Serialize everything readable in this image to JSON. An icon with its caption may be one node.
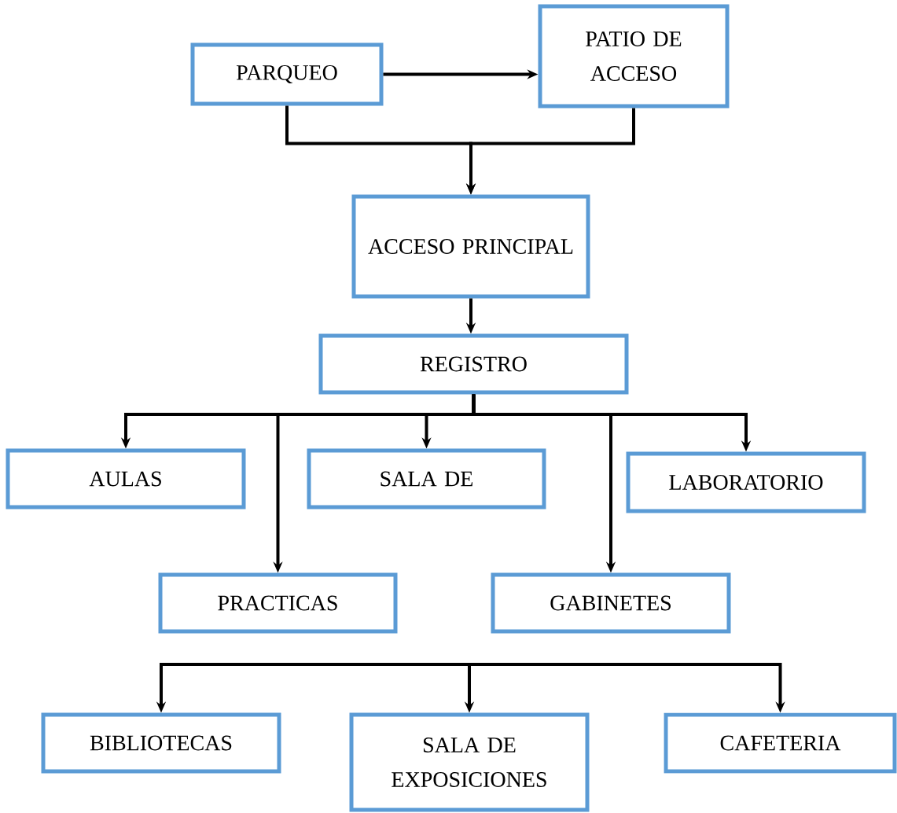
{
  "diagram": {
    "nodes": [
      {
        "text": [
          "PARQUEO"
        ]
      },
      {
        "text": [
          "PATIO DE ACCESO"
        ]
      },
      {
        "text": [
          "ACCESO PRINCIPAL"
        ]
      },
      {
        "text": [
          "REGISTRO"
        ]
      },
      {
        "text": [
          "AULAS"
        ]
      },
      {
        "text": [
          "SALA DE"
        ]
      },
      {
        "text": [
          "LABORATORIO"
        ]
      },
      {
        "text": [
          "PRACTICAS"
        ]
      },
      {
        "text": [
          "GABINETES"
        ]
      },
      {
        "text": [
          "BIBLIOTECAS"
        ]
      },
      {
        "text": [
          "SALA DE EXPOSICIONES"
        ]
      },
      {
        "text": [
          "CAFETERIA"
        ]
      }
    ],
    "edges": [
      {
        "from": 0,
        "to": 1,
        "arrow": "to"
      },
      {
        "from": 0,
        "to": 2,
        "arrow": "to"
      },
      {
        "from": 1,
        "to": 2,
        "arrow": "to"
      },
      {
        "from": 2,
        "to": 3,
        "arrow": "to"
      },
      {
        "from": 3,
        "to": 4,
        "arrow": "to"
      },
      {
        "from": 3,
        "to": 5,
        "arrow": "to"
      },
      {
        "from": 3,
        "to": 6,
        "arrow": "to"
      },
      {
        "from": 3,
        "to": 7,
        "arrow": "to"
      },
      {
        "from": 3,
        "to": 8,
        "arrow": "to"
      },
      {
        "from": null,
        "to": 9,
        "arrow": "to"
      },
      {
        "from": null,
        "to": 10,
        "arrow": "to"
      },
      {
        "from": null,
        "to": 11,
        "arrow": "to"
      }
    ]
  }
}
